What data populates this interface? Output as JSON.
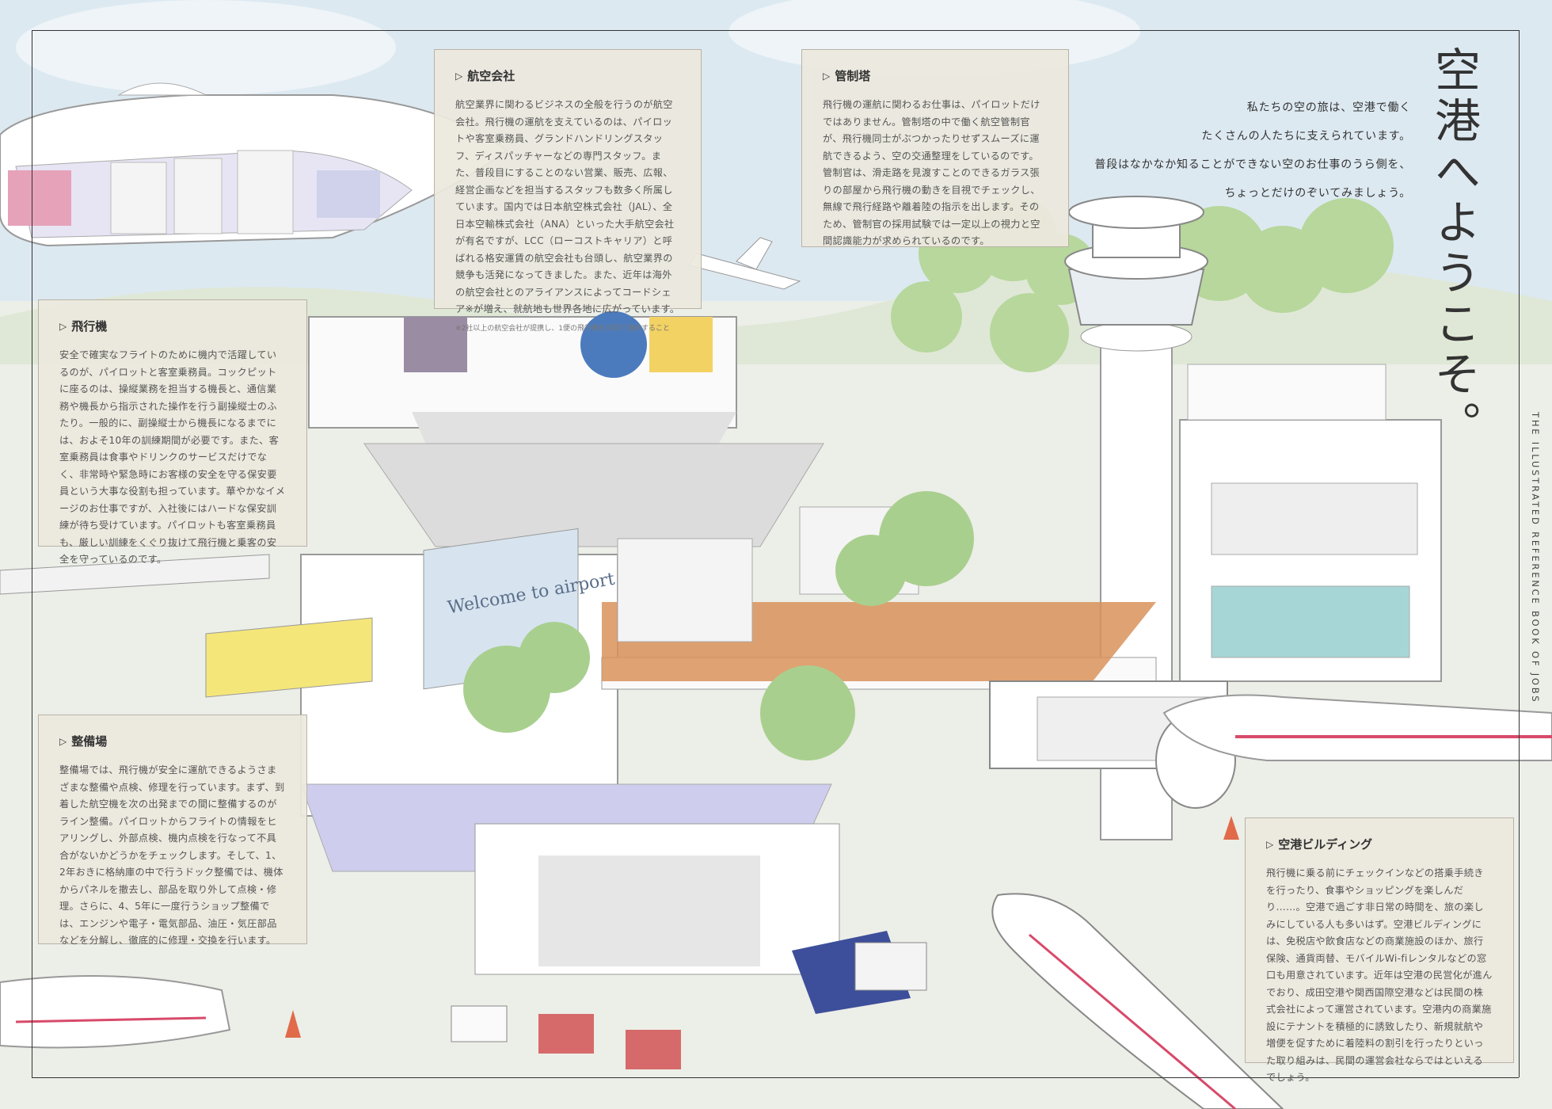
{
  "title": "空港へようこそ。",
  "intro_lines": [
    "私たちの空の旅は、空港で働く",
    "たくさんの人たちに支えられています。",
    "普段はなかなか知ることができない空のお仕事のうら側を、",
    "ちょっとだけのぞいてみましょう。"
  ],
  "side_caption": "THE ILLUSTRATED REFERENCE BOOK OF JOBS",
  "welcome_sign": "Welcome to airport",
  "sections": {
    "airline": {
      "heading": "航空会社",
      "body": "航空業界に関わるビジネスの全般を行うのが航空会社。飛行機の運航を支えているのは、パイロットや客室乗務員、グランドハンドリングスタッフ、ディスパッチャーなどの専門スタッフ。また、普段目にすることのない営業、販売、広報、経営企画などを担当するスタッフも数多く所属しています。国内では日本航空株式会社（JAL）、全日本空輸株式会社（ANA）といった大手航空会社が有名ですが、LCC（ローコストキャリア）と呼ばれる格安運賃の航空会社も台頭し、航空業界の競争も活発になってきました。また、近年は海外の航空会社とのアライアンスによってコードシェア※が増え、就航地も世界各地に広がっています。",
      "note": "※2社以上の航空会社が提携し、1便の飛行機を共同で運航すること"
    },
    "control_tower": {
      "heading": "管制塔",
      "body": "飛行機の運航に関わるお仕事は、パイロットだけではありません。管制塔の中で働く航空管制官が、飛行機同士がぶつかったりせずスムーズに運航できるよう、空の交通整理をしているのです。管制官は、滑走路を見渡すことのできるガラス張りの部屋から飛行機の動きを目視でチェックし、無線で飛行経路や離着陸の指示を出します。そのため、管制官の採用試験では一定以上の視力と空間認識能力が求められているのです。"
    },
    "airplane": {
      "heading": "飛行機",
      "body": "安全で確実なフライトのために機内で活躍しているのが、パイロットと客室乗務員。コックピットに座るのは、操縦業務を担当する機長と、通信業務や機長から指示された操作を行う副操縦士のふたり。一般的に、副操縦士から機長になるまでには、およそ10年の訓練期間が必要です。また、客室乗務員は食事やドリンクのサービスだけでなく、非常時や緊急時にお客様の安全を守る保安要員という大事な役割も担っています。華やかなイメージのお仕事ですが、入社後にはハードな保安訓練が待ち受けています。パイロットも客室乗務員も、厳しい訓練をくぐり抜けて飛行機と乗客の安全を守っているのです。"
    },
    "maintenance": {
      "heading": "整備場",
      "body": "整備場では、飛行機が安全に運航できるようさまざまな整備や点検、修理を行っています。まず、到着した航空機を次の出発までの間に整備するのがライン整備。パイロットからフライトの情報をヒアリングし、外部点検、機内点検を行なって不具合がないかどうかをチェックします。そして、1、2年おきに格納庫の中で行うドック整備では、機体からパネルを撤去し、部品を取り外して点検・修理。さらに、4、5年に一度行うショップ整備では、エンジンや電子・電気部品、油圧・気圧部品などを分解し、徹底的に修理・交換を行います。"
    },
    "terminal": {
      "heading": "空港ビルディング",
      "body": "飛行機に乗る前にチェックインなどの搭乗手続きを行ったり、食事やショッピングを楽しんだり……。空港で過ごす非日常の時間を、旅の楽しみにしている人も多いはず。空港ビルディングには、免税店や飲食店などの商業施設のほか、旅行保険、通貨両替、モバイルWi-fiレンタルなどの窓口も用意されています。近年は空港の民営化が進んでおり、成田空港や関西国際空港などは民間の株式会社によって運営されています。空港内の商業施設にテナントを積極的に誘致したり、新規就航や増便を促すために着陸料の割引を行ったりといった取り組みは、民間の運営会社ならではといえるでしょう。"
    }
  },
  "colors": {
    "sky": "#dbe9f2",
    "tree_green": "#a9cf8e",
    "wood_floor": "#d9925a",
    "lounge_floor": "#c8c6ea",
    "accent_red": "#d84a6a",
    "truck_blue": "#3d4f9a",
    "text_box_bg": "#ece8de"
  }
}
